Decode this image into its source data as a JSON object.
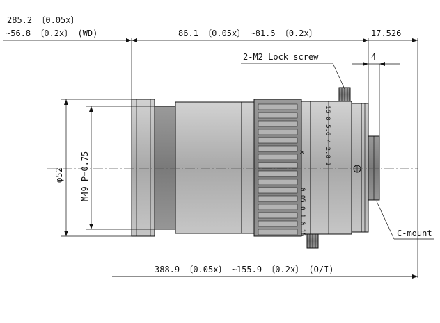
{
  "dimensions": {
    "wd_line1": "285.2 〔0.05x〕",
    "wd_line2": "~56.8 〔0.2x〕 (WD)",
    "length": "86.1 〔0.05x〕 ~81.5 〔0.2x〕",
    "flange": "17.526",
    "flange_small": "4",
    "total": "388.9 〔0.05x〕 ~155.9 〔0.2x〕 (O/I)",
    "diameter": "φ52",
    "thread": "M49 P=0.75"
  },
  "labels": {
    "lock_screw": "2-M2 Lock screw",
    "mount": "C-mount",
    "aperture_marks": "16 8 5.6 4 2.8 2",
    "focus_marks": "0.05 0.1 0.15",
    "index_mark": "x"
  },
  "colors": {
    "barrel_light": "#b9b9b9",
    "barrel_dark": "#8c8c8c",
    "outline": "#111111"
  }
}
